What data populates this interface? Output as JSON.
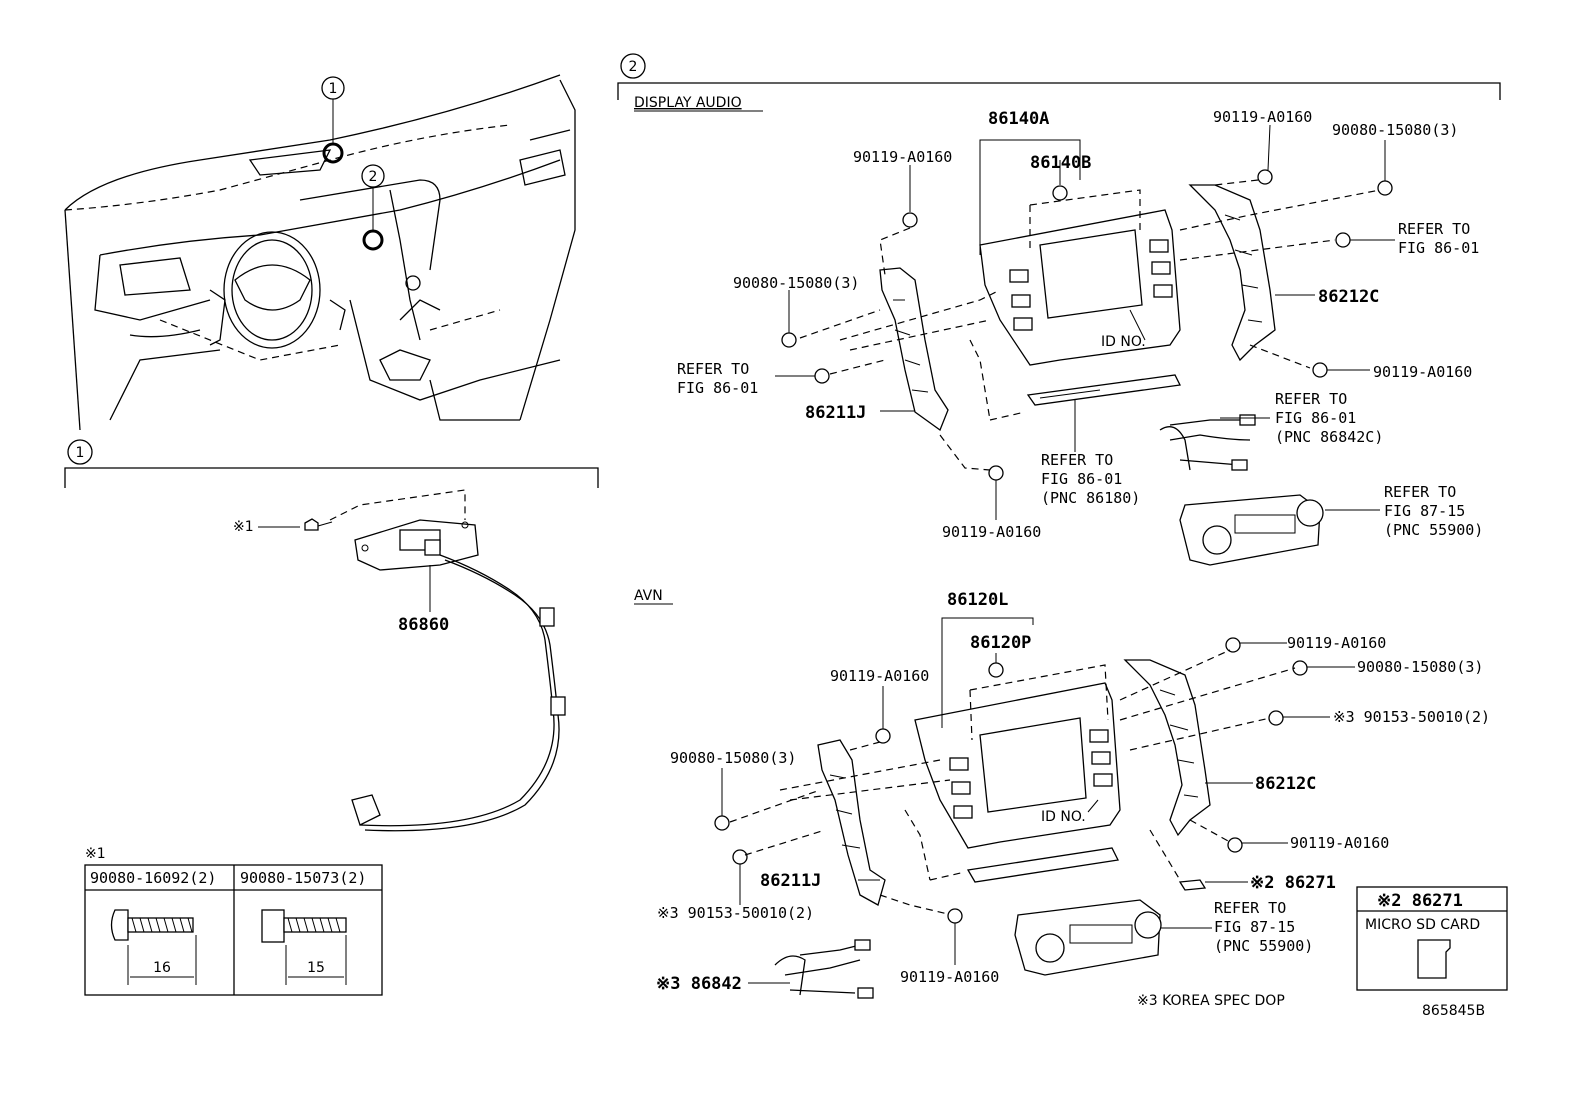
{
  "callouts": {
    "one": "1",
    "two": "2"
  },
  "sections": {
    "display_audio": "DISPLAY AUDIO",
    "avn": "AVN"
  },
  "display_audio": {
    "p86140A": "86140A",
    "p86140B": "86140B",
    "b90119_top": "90119-A0160",
    "b90080_top_right": "90080-15080(3)",
    "b90119_left": "90119-A0160",
    "b90080_left": "90080-15080(3)",
    "refer_right_1": "REFER TO",
    "refer_right_2": "FIG 86-01",
    "p86212C": "86212C",
    "refer_left_1": "REFER TO",
    "refer_left_2": "FIG 86-01",
    "p86211J": "86211J",
    "id_no": "ID NO.",
    "b90119_right_low": "90119-A0160",
    "refer_harness_1": "REFER TO",
    "refer_harness_2": "FIG 86-01",
    "refer_harness_3": "(PNC 86842C)",
    "refer_bottom_1": "REFER TO",
    "refer_bottom_2": "FIG 86-01",
    "refer_bottom_3": "(PNC 86180)",
    "b90119_bottom": "90119-A0160",
    "refer_control_1": "REFER TO",
    "refer_control_2": "FIG 87-15",
    "refer_control_3": "(PNC 55900)"
  },
  "avn": {
    "p86120L": "86120L",
    "p86120P": "86120P",
    "b90119_top_right": "90119-A0160",
    "b90080_right": "90080-15080(3)",
    "b90119_left": "90119-A0160",
    "b90153_right": "※3 90153-50010(2)",
    "b90080_left": "90080-15080(3)",
    "p86212C": "86212C",
    "id_no": "ID NO.",
    "b90119_right_low": "90119-A0160",
    "p86211J": "86211J",
    "b90153_left": "※3 90153-50010(2)",
    "p86271": "※2 86271",
    "refer_control_1": "REFER TO",
    "refer_control_2": "FIG 87-15",
    "refer_control_3": "(PNC 55900)",
    "b90119_bottom": "90119-A0160",
    "p86842": "※3 86842",
    "korea_note": "※3 KOREA SPEC DOP"
  },
  "section_one": {
    "screw_ref": "※1",
    "p86860": "86860"
  },
  "screw_table": {
    "heading": "※1",
    "col1": "90080-16092(2)",
    "col2": "90080-15073(2)",
    "len1": "16",
    "len2": "15"
  },
  "sd_box": {
    "title": "※2 86271",
    "caption": "MICRO SD CARD"
  },
  "drawing_no": "865845B"
}
